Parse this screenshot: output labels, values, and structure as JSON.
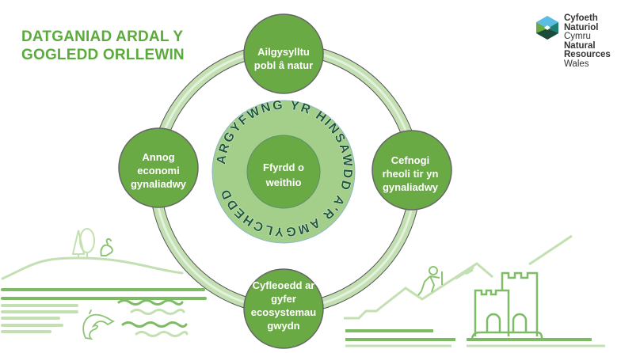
{
  "title": {
    "line1": "DATGANIAD ARDAL Y",
    "line2": "GOGLEDD ORLLEWIN"
  },
  "logo": {
    "line1": "Cyfoeth",
    "line2": "Naturiol",
    "line3": "Cymru",
    "line4": "Natural",
    "line5": "Resources",
    "line6": "Wales"
  },
  "center": {
    "ring_text": "ARGYFWNG YR HINSAWDD A'R AMGYLCHEDD",
    "line1": "Ffyrdd o",
    "line2": "weithio"
  },
  "nodes": {
    "top": {
      "lines": [
        "Ailgysylltu",
        "pobl  â natur"
      ]
    },
    "right": {
      "lines": [
        "Cefnogi",
        "rheoli tir yn",
        "gynaliadwy"
      ]
    },
    "bottom": {
      "lines": [
        "Cyfleoedd ar",
        "gyfer",
        "ecosystemau",
        "gwydn"
      ]
    },
    "left": {
      "lines": [
        "Annog",
        "economi",
        "gynaliadwy"
      ]
    }
  },
  "colors": {
    "title": "#5aab3b",
    "node": "#6aaa45",
    "ring": "#b9d8a8",
    "inner_ring": "#a3cf8a",
    "ring_text": "#1e5a3a",
    "illustration": "#7dbb64",
    "illustration_light": "#c3e0b2"
  }
}
